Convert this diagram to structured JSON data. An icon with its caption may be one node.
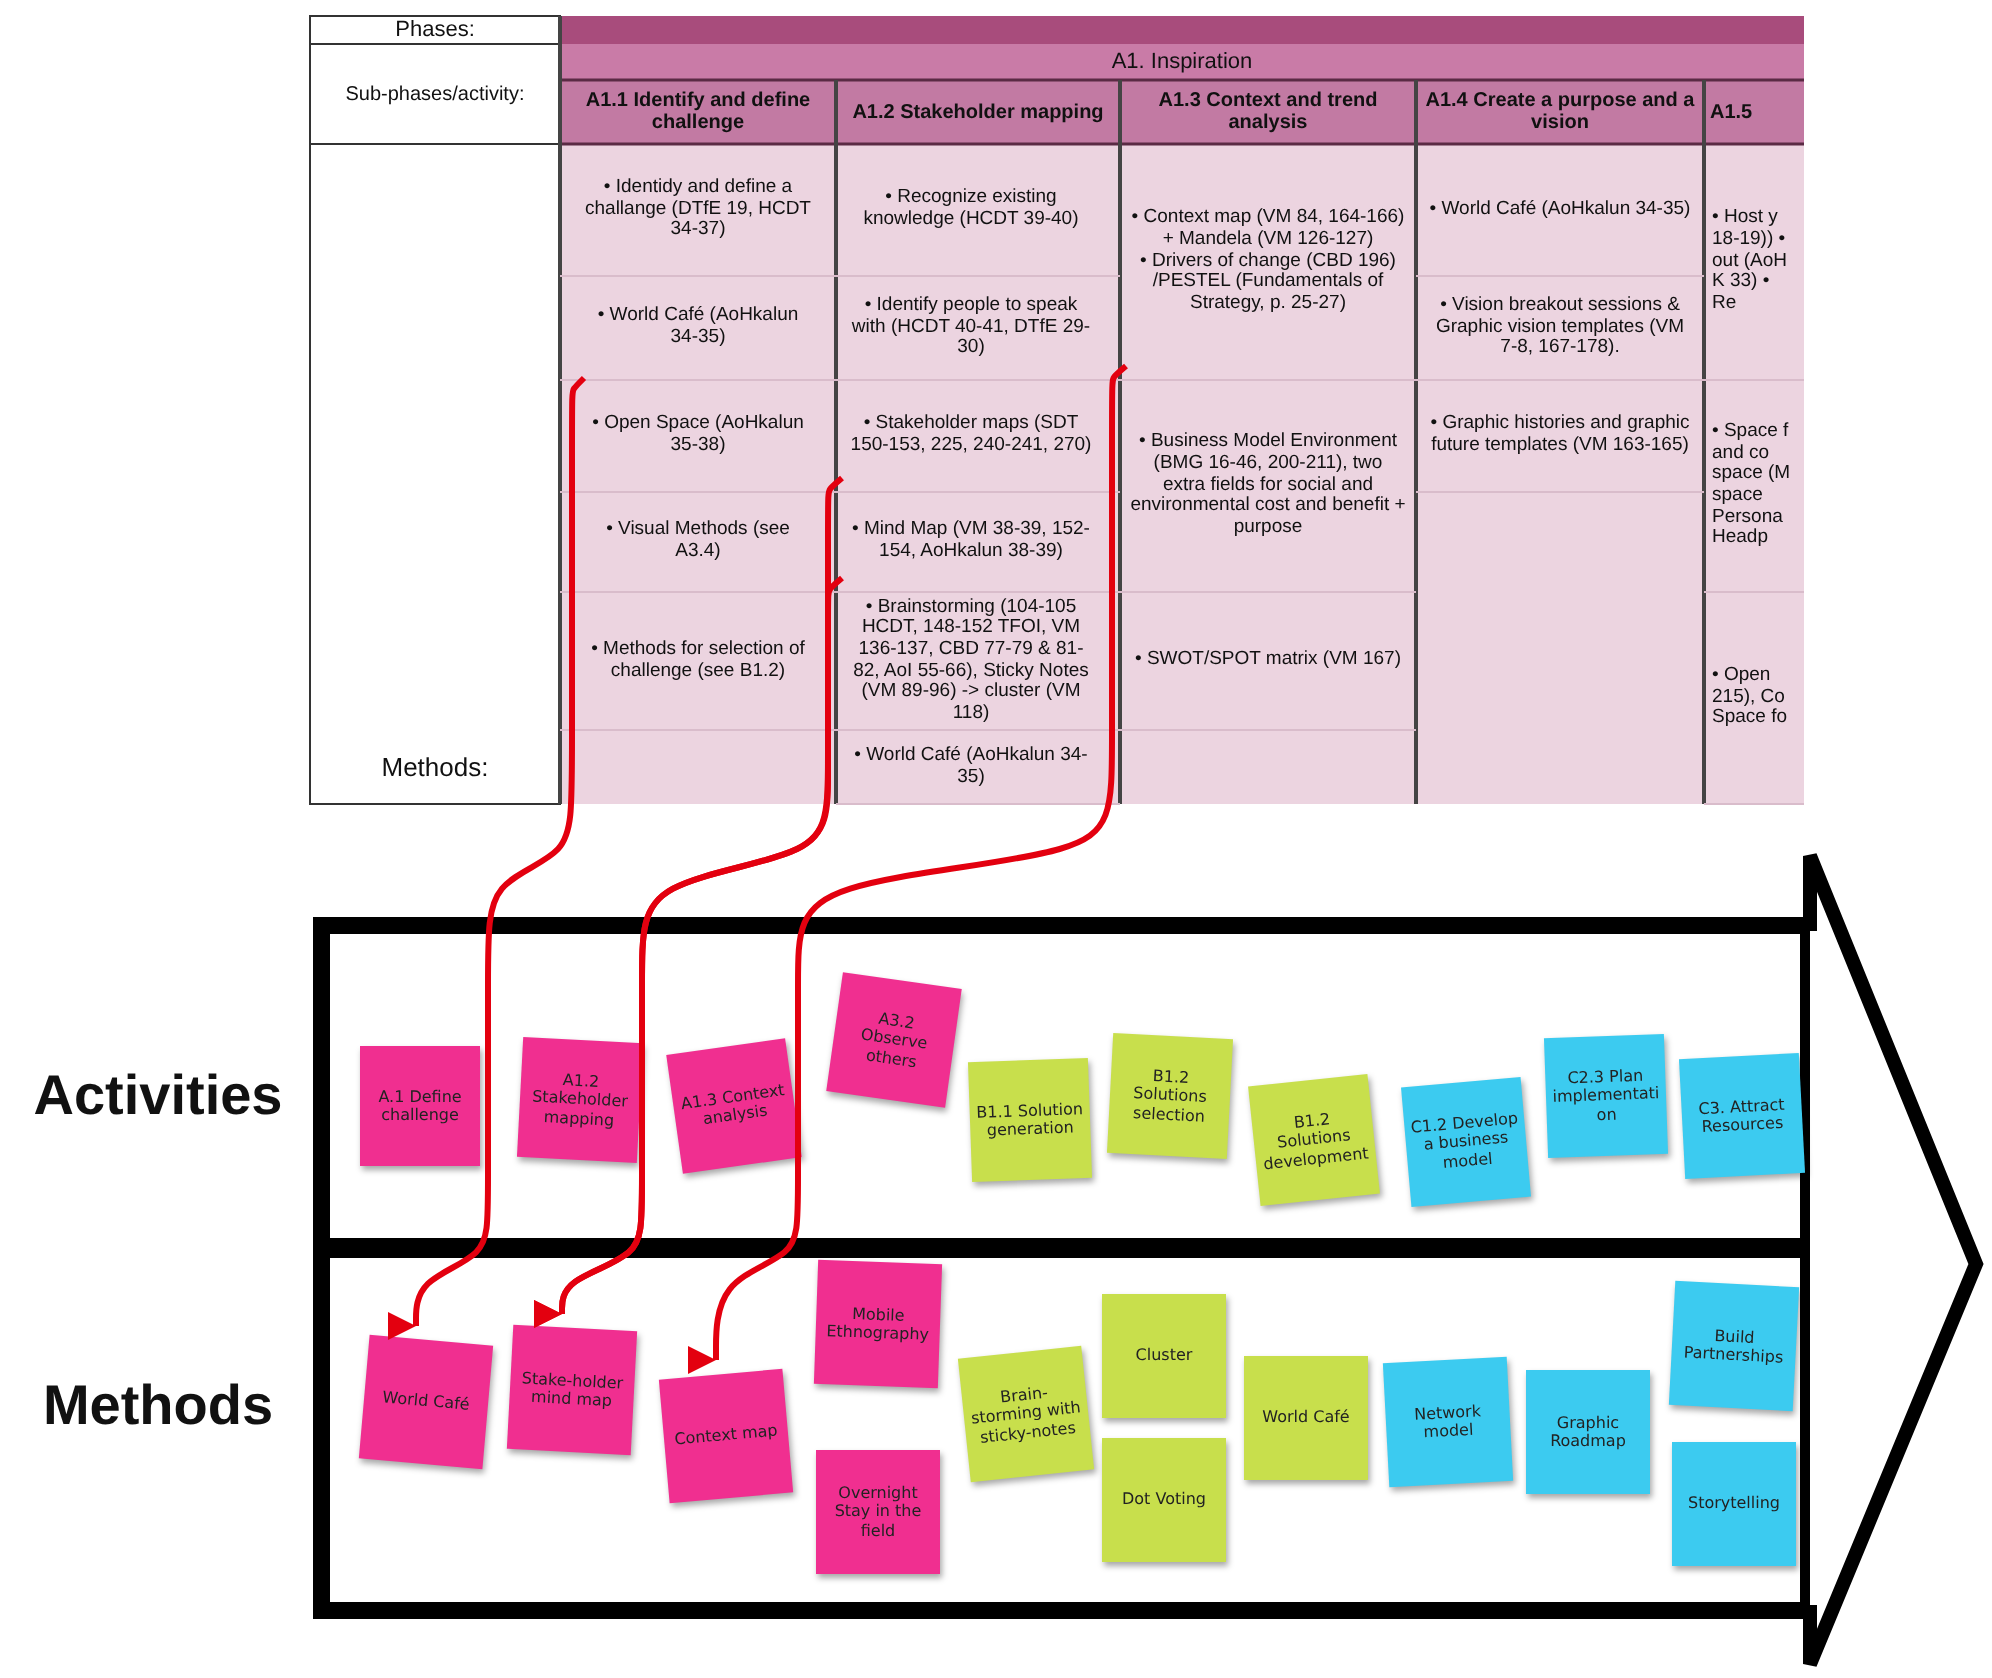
{
  "diagram": {
    "nodes": [
      {
        "text": [
          "• Identidy and define a challange (DTfE 19, HCDT 34-37)"
        ]
      },
      {
        "text": [
          "• Recognize existing knowledge (HCDT 39-40)"
        ]
      },
      {
        "text": [
          "• Context map (VM 84, 164-166) + Mandela (VM 126-127)",
          "• Drivers of change (CBD 196) /PESTEL (Fundamentals of Strategy, p. 25-27)"
        ]
      },
      {
        "text": [
          "• World Café (AoHkalun 34-35)"
        ]
      },
      {
        "text": [
          "• Host y 18-19)) • out (AoH K 33) • Re"
        ]
      },
      {
        "text": [
          "• World Café (AoHkalun 34-35)"
        ]
      },
      {
        "text": [
          "• Identify people to speak with (HCDT 40-41, DTfE 29-30)"
        ]
      },
      {
        "text": [
          "• Vision breakout sessions & Graphic vision templates (VM 7-8, 167-178)."
        ]
      },
      {
        "text": [
          "• Open Space (AoHkalun 35-38)"
        ]
      },
      {
        "text": [
          "• Stakeholder maps (SDT 150-153, 225, 240-241, 270)"
        ]
      },
      {
        "text": [
          "• Business Model Environment (BMG 16-46, 200-211), two extra fields for social and environmental cost and benefit + purpose"
        ]
      },
      {
        "text": [
          "• Graphic histories and graphic future templates (VM 163-165)"
        ]
      },
      {
        "text": [
          "• Space f and co space (M space Persona Headp"
        ]
      },
      {
        "text": [
          "• Visual Methods (see A3.4)"
        ]
      },
      {
        "text": [
          "• Mind Map (VM 38-39, 152-154, AoHkalun 38-39)"
        ]
      },
      {
        "text": [
          "• Methods for selection of challenge (see B1.2)"
        ]
      },
      {
        "text": [
          "• Brainstorming (104-105 HCDT, 148-152 TFOI, VM 136-137, CBD 77-79 & 81-82, AoI 55-66), Sticky Notes (VM 89-96) -> cluster (VM 118)"
        ]
      },
      {
        "text": [
          "• SWOT/SPOT matrix (VM 167)"
        ]
      },
      {
        "text": [
          "• Open 215), Co Space fo"
        ]
      },
      {
        "text": [
          "• World Café (AoHkalun 34-35)"
        ]
      },
      {
        "text": [],
        "shape": "box"
      },
      {
        "text": [
          "A.1 Define challenge"
        ],
        "in": 20
      },
      {
        "text": [
          "A1.2 Stakeholder mapping"
        ],
        "in": 20
      },
      {
        "text": [
          "A1.3 Context analysis"
        ],
        "in": 20
      },
      {
        "text": [
          "A3.2 Observe others"
        ],
        "in": 20
      },
      {
        "text": [
          "B1.1 Solution generation"
        ],
        "in": 20
      },
      {
        "text": [
          "B1.2 Solutions selection"
        ],
        "in": 20
      },
      {
        "text": [
          "B1.2 Solutions development"
        ],
        "in": 20
      },
      {
        "text": [
          "C1.2 Develop a business model"
        ],
        "in": 20
      },
      {
        "text": [
          "C2.3 Plan implementation"
        ],
        "in": 20
      },
      {
        "text": [
          "C3. Attract Resources"
        ],
        "in": 20
      },
      {
        "text": [],
        "shape": "box"
      },
      {
        "text": [
          "World Café"
        ],
        "in": 31
      },
      {
        "text": [
          "Stake-holder mind map"
        ],
        "in": 31
      },
      {
        "text": [
          "Context map"
        ],
        "in": 31
      },
      {
        "text": [
          "Mobile Ethnography"
        ],
        "in": 31
      },
      {
        "text": [
          "Overnight Stay in the field"
        ],
        "in": 31
      },
      {
        "text": [
          "Brain-storming with sticky-notes"
        ],
        "in": 31
      },
      {
        "text": [
          "Cluster"
        ],
        "in": 31
      },
      {
        "text": [
          "Dot Voting"
        ],
        "in": 31
      },
      {
        "text": [
          "World Café"
        ],
        "in": 31
      },
      {
        "text": [
          "Network model"
        ],
        "in": 31
      },
      {
        "text": [
          "Graphic Roadmap"
        ],
        "in": 31
      },
      {
        "text": [
          "Build Partnerships"
        ],
        "in": 31
      },
      {
        "text": [
          "Storytelling"
        ],
        "in": 31
      }
    ],
    "edges": [
      {
        "from": 5,
        "to": 32,
        "arrow": "to"
      },
      {
        "from": 9,
        "to": 33,
        "arrow": "to"
      },
      {
        "from": 14,
        "to": 33,
        "arrow": "to"
      },
      {
        "from": 2,
        "to": 34,
        "arrow": "to"
      }
    ],
    "labels": [
      "Phases:",
      "Sub-phases/activity:",
      "A1. Inspiration",
      "A1.1 Identify and define challenge",
      "A1.2 Stakeholder mapping",
      "A1.3 Context and trend analysis",
      "A1.4 Create a purpose and a vision",
      "A1.5",
      "Methods:",
      "Activities",
      "Methods"
    ]
  }
}
